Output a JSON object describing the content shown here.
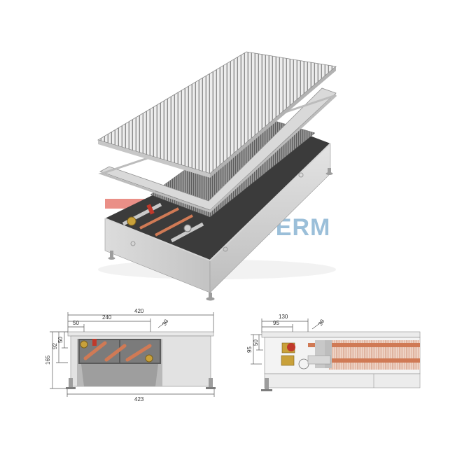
{
  "watermark": {
    "text": "QUATERM",
    "color": "#9bbfd9",
    "flag_red": "#e46a60",
    "flag_blue": "#8fb4d4"
  },
  "front_view": {
    "width_top": "420",
    "width_bottom": "423",
    "inner_offset": "240",
    "left_offset": "50",
    "height_total": "165",
    "height_inner": "92",
    "height_small": "50",
    "grille_angle": "30"
  },
  "side_view": {
    "dim_130": "130",
    "dim_95_h": "95",
    "dim_50": "50",
    "dim_95_v": "95",
    "grille_angle": "30"
  },
  "colors": {
    "metal": "#c9c9c9",
    "metal_dark": "#8e8e8e",
    "copper": "#d07a55",
    "brass": "#c9a13a",
    "valve_red": "#c0392b"
  }
}
